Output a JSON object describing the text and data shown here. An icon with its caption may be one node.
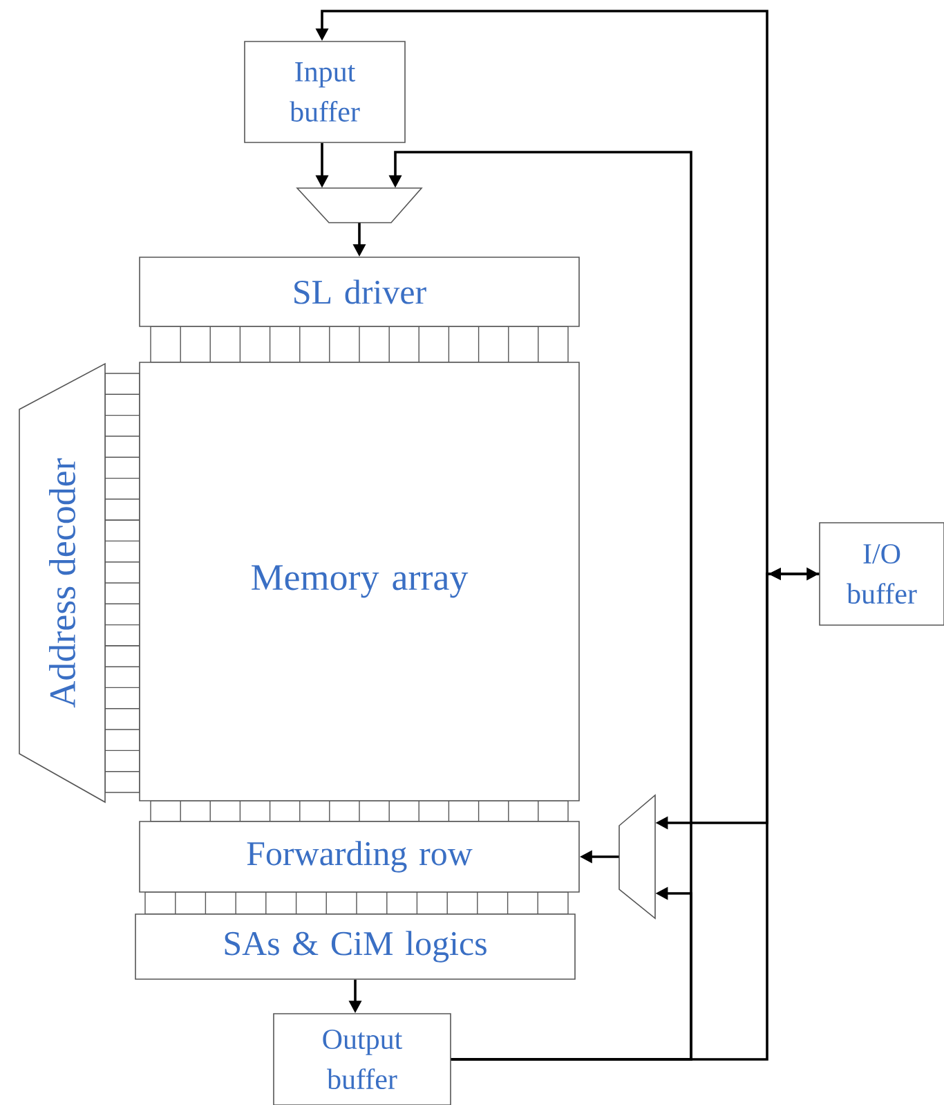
{
  "diagram": {
    "nodes": [
      {
        "text": [
          "Input buffer"
        ]
      },
      {
        "text": [],
        "shape": "trapezoid"
      },
      {
        "text": [
          "SL driver"
        ]
      },
      {
        "text": [
          "Memory array"
        ]
      },
      {
        "text": [
          "Address decoder"
        ]
      },
      {
        "text": [
          "Forwarding row"
        ]
      },
      {
        "text": [
          "SAs & CiM logics"
        ]
      },
      {
        "text": [
          "Output buffer"
        ]
      },
      {
        "text": [],
        "shape": "trapezoid"
      },
      {
        "text": [
          "I/O buffer"
        ]
      }
    ],
    "edges": [
      {
        "from": 0,
        "to": 1,
        "arrow": "to"
      },
      {
        "from": 1,
        "to": 2,
        "arrow": "to"
      },
      {
        "from": 8,
        "to": 5,
        "arrow": "to"
      },
      {
        "from": 6,
        "to": 7,
        "arrow": "to"
      },
      {
        "from": 7,
        "to": 1,
        "arrow": "to"
      },
      {
        "from": 7,
        "to": 8,
        "arrow": "to"
      },
      {
        "from": 9,
        "to": 0,
        "arrow": "to"
      },
      {
        "from": 9,
        "to": 8,
        "arrow": "to"
      },
      {
        "from": 7,
        "to": 9,
        "arrow": "to"
      }
    ]
  }
}
